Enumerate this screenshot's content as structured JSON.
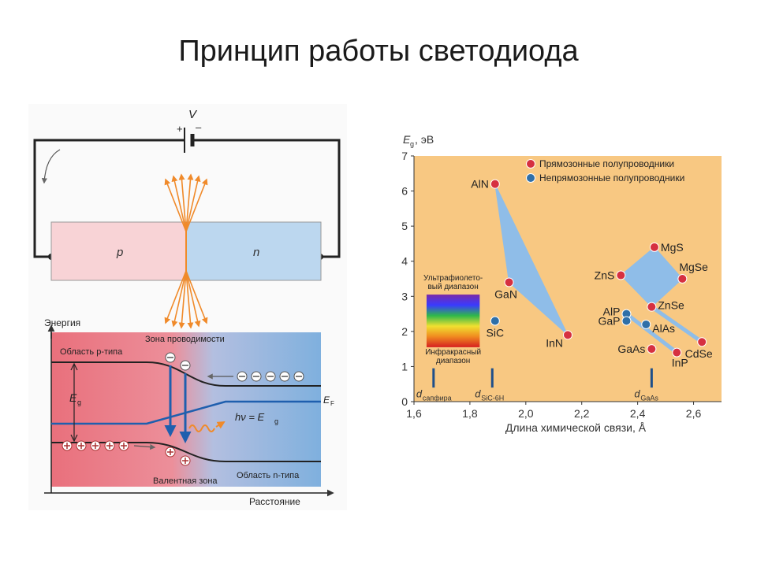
{
  "slide": {
    "title": "Принцип работы светодиода"
  },
  "circuit": {
    "voltage_label": "V",
    "plus": "+",
    "minus": "–",
    "p_label": "p",
    "n_label": "n"
  },
  "band": {
    "energy_axis": "Энергия",
    "distance_axis": "Расстояние",
    "p_region": "Область p-типа",
    "n_region": "Область n-типа",
    "conduction_band": "Зона проводимости",
    "valence_band": "Валентная зона",
    "eg": "E",
    "eg_sub": "g",
    "ef": "E",
    "ef_sub": "F",
    "photon_eq": "hν = E",
    "photon_sub": "g",
    "electron_sign": "⊖",
    "hole_sign": "⊕"
  },
  "chart_data": {
    "type": "scatter",
    "xlabel": "Длина химической связи, Å",
    "ylabel": "E",
    "ylabel_sub": "g",
    "ylabel_unit": ", эВ",
    "xlim": [
      1.6,
      2.7
    ],
    "ylim": [
      0,
      7
    ],
    "x_ticks": [
      "1,6",
      "1,8",
      "2,0",
      "2,2",
      "2,4",
      "2,6"
    ],
    "x_tick_values": [
      1.6,
      1.8,
      2.0,
      2.2,
      2.4,
      2.6
    ],
    "y_ticks": [
      "0",
      "1",
      "2",
      "3",
      "4",
      "5",
      "6",
      "7"
    ],
    "y_tick_values": [
      0,
      1,
      2,
      3,
      4,
      5,
      6,
      7
    ],
    "legend": [
      {
        "name": "Прямозонные полупроводники",
        "color": "#d63040"
      },
      {
        "name": "Непрямозонные полупроводники",
        "color": "#2f6fa8"
      }
    ],
    "series": [
      {
        "name": "Прямозонные полупроводники",
        "color": "#d63040",
        "points": [
          {
            "label": "AlN",
            "x": 1.89,
            "y": 6.2
          },
          {
            "label": "GaN",
            "x": 1.94,
            "y": 3.4
          },
          {
            "label": "InN",
            "x": 2.15,
            "y": 1.9
          },
          {
            "label": "MgS",
            "x": 2.46,
            "y": 4.4
          },
          {
            "label": "ZnS",
            "x": 2.34,
            "y": 3.6
          },
          {
            "label": "MgSe",
            "x": 2.56,
            "y": 3.5
          },
          {
            "label": "ZnSe",
            "x": 2.45,
            "y": 2.7
          },
          {
            "label": "GaAs",
            "x": 2.45,
            "y": 1.5
          },
          {
            "label": "CdSe",
            "x": 2.63,
            "y": 1.7
          },
          {
            "label": "InP",
            "x": 2.54,
            "y": 1.4
          }
        ]
      },
      {
        "name": "Непрямозонные полупроводники",
        "color": "#2f6fa8",
        "points": [
          {
            "label": "SiC",
            "x": 1.89,
            "y": 2.3
          },
          {
            "label": "AlP",
            "x": 2.36,
            "y": 2.5
          },
          {
            "label": "GaP",
            "x": 2.36,
            "y": 2.3
          },
          {
            "label": "AlAs",
            "x": 2.43,
            "y": 2.2
          }
        ]
      }
    ],
    "spectrum_labels": {
      "top": [
        "Ультрафиолето-",
        "вый диапазон"
      ],
      "bottom": [
        "Инфракрасный",
        "диапазон"
      ]
    },
    "substrate_markers": [
      {
        "label": "d",
        "sub": "сапфира",
        "x": 1.67
      },
      {
        "label": "d",
        "sub": "SiC-6H",
        "x": 1.88
      },
      {
        "label": "d",
        "sub": "GaAs",
        "x": 2.45
      }
    ],
    "background_color": "#f8c882"
  }
}
